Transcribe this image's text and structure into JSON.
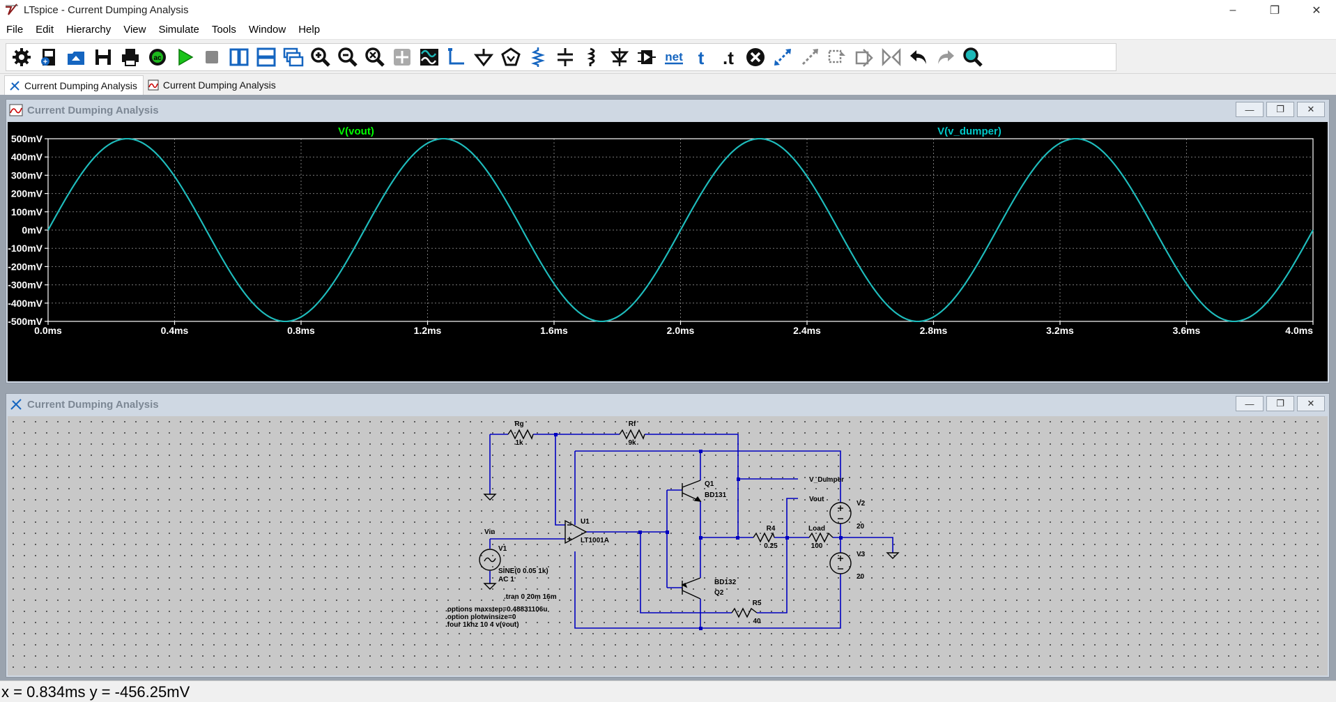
{
  "window": {
    "title": "LTspice - Current Dumping Analysis",
    "minimize": "–",
    "maximize": "❐",
    "close": "✕"
  },
  "menu": [
    "File",
    "Edit",
    "Hierarchy",
    "View",
    "Simulate",
    "Tools",
    "Window",
    "Help"
  ],
  "toolbar": {
    "icons": [
      "gear-icon",
      "new-schematic-icon",
      "open-icon",
      "save-icon",
      "print-icon",
      "ac-analysis-icon",
      "run-icon",
      "halt-icon",
      "tile-vertical-icon",
      "tile-horizontal-icon",
      "cascade-icon",
      "zoom-in-icon",
      "zoom-out-icon",
      "zoom-fit-icon",
      "pan-icon",
      "waveform-icon",
      "wire-icon",
      "ground-icon",
      "label-icon",
      "resistor-icon",
      "capacitor-icon",
      "inductor-icon",
      "diode-icon",
      "component-icon",
      "netlist-icon",
      "text-icon",
      "spice-directive-icon",
      "delete-icon",
      "move-icon",
      "drag-icon",
      "rotate-icon",
      "mirror-icon",
      "redraw-icon",
      "undo-icon",
      "redo-icon",
      "find-icon"
    ],
    "labels": {
      "net": "net",
      "text": "t",
      "directive": ".t",
      "ac": "ac"
    }
  },
  "tabs": [
    {
      "label": "Current Dumping Analysis",
      "icon": "schematic-icon",
      "active": true
    },
    {
      "label": "Current Dumping Analysis",
      "icon": "waveform-icon",
      "active": false
    }
  ],
  "plot_pane": {
    "title": "Current Dumping Analysis",
    "icon": "waveform-icon",
    "colors": {
      "bg": "#000000",
      "grid": "#7a7a7a",
      "axis_text": "#ffffff",
      "trace1_label": "#00ff00",
      "trace2_label": "#00c8c8",
      "trace": "#1fbcbc"
    }
  },
  "chart_data": {
    "type": "line",
    "series": [
      {
        "name": "V(vout)",
        "frequency_hz": 1000,
        "amplitude_mV": 500,
        "offset_mV": 0
      },
      {
        "name": "V(v_dumper)",
        "frequency_hz": 1000,
        "amplitude_mV": 500,
        "offset_mV": 0
      }
    ],
    "xlabel": "",
    "ylabel": "",
    "xlim": [
      0.0,
      4.0
    ],
    "ylim": [
      -500,
      500
    ],
    "x_ticks": [
      "0.0ms",
      "0.4ms",
      "0.8ms",
      "1.2ms",
      "1.6ms",
      "2.0ms",
      "2.4ms",
      "2.8ms",
      "3.2ms",
      "3.6ms",
      "4.0ms"
    ],
    "y_ticks": [
      "500mV",
      "400mV",
      "300mV",
      "200mV",
      "100mV",
      "0mV",
      "-100mV",
      "-200mV",
      "-300mV",
      "-400mV",
      "-500mV"
    ],
    "grid": true
  },
  "schematic_pane": {
    "title": "Current Dumping Analysis",
    "icon": "schematic-icon",
    "labels": {
      "rg_name": "Rg",
      "rg_value": "1k",
      "rf_name": "Rf",
      "rf_value": "9k",
      "u1": "U1",
      "u1_part": "LT1001A",
      "vin": "Vin",
      "v1": "V1",
      "v1_value": "SINE(0 0.05 1k)",
      "v1_ac": "AC 1",
      "q1": "Q1",
      "q1_part": "BD131",
      "q2": "Q2",
      "q2_part": "BD132",
      "v_dumper": "V_Dumper",
      "vout": "Vout",
      "r4_name": "R4",
      "r4_value": "0.25",
      "load_name": "Load",
      "load_value": "100",
      "r5_name": "R5",
      "r5_value": "40",
      "v2": "V2",
      "v2_value": "20",
      "v3": "V3",
      "v3_value": "20",
      "tran": ".tran 0 20m 16m",
      "opt1": ".options maxstep=0.48831106u",
      "opt2": ".option plotwinsize=0",
      "opt3": ".four 1khz 10 4 v(vout)"
    }
  },
  "statusbar": {
    "text": "x = 0.834ms    y = -456.25mV"
  }
}
